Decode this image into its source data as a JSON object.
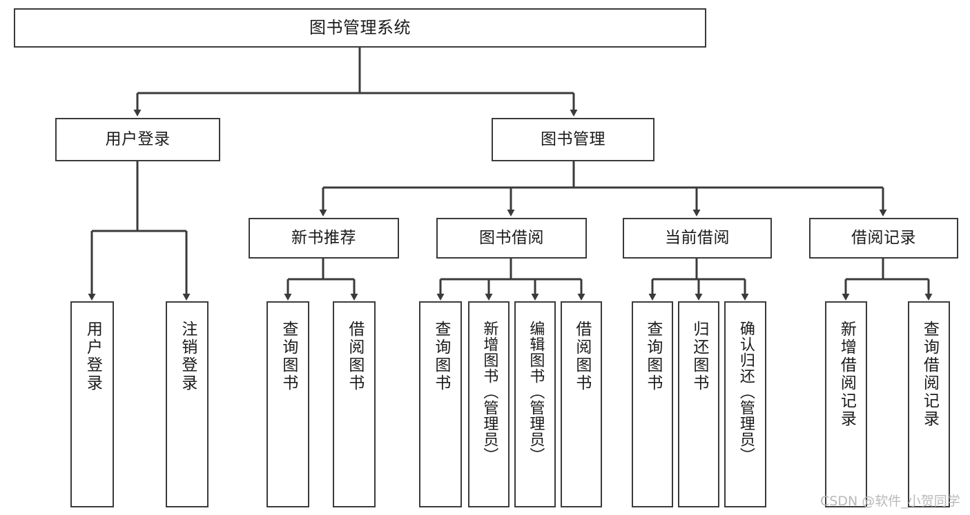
{
  "diagram": {
    "type": "tree",
    "title": "图书管理系统",
    "orientation": "top-down",
    "colors": {
      "box_border": "#3a3a3a",
      "box_fill": "#ffffff",
      "edge": "#3a3a3a",
      "text": "#1a1a1a",
      "watermark": "#b9b9b9",
      "background": "#ffffff"
    },
    "root": {
      "id": "root",
      "label": "图书管理系统"
    },
    "level1": [
      {
        "id": "user-login",
        "label": "用户登录"
      },
      {
        "id": "book-manage",
        "label": "图书管理"
      }
    ],
    "level2": [
      {
        "id": "new-book-recommend",
        "label": "新书推荐",
        "parent": "book-manage"
      },
      {
        "id": "book-borrow",
        "label": "图书借阅",
        "parent": "book-manage"
      },
      {
        "id": "current-borrow",
        "label": "当前借阅",
        "parent": "book-manage"
      },
      {
        "id": "borrow-record",
        "label": "借阅记录",
        "parent": "book-manage"
      }
    ],
    "leaves": [
      {
        "id": "leaf-user-login",
        "label": "用户登录",
        "parent": "user-login"
      },
      {
        "id": "leaf-user-logout",
        "label": "注销登录",
        "parent": "user-login"
      },
      {
        "id": "leaf-query-book-1",
        "label": "查询图书",
        "parent": "new-book-recommend"
      },
      {
        "id": "leaf-borrow-book-1",
        "label": "借阅图书",
        "parent": "new-book-recommend"
      },
      {
        "id": "leaf-query-book-2",
        "label": "查询图书",
        "parent": "book-borrow"
      },
      {
        "id": "leaf-add-book",
        "label": "新增图书（管理员）",
        "parent": "book-borrow"
      },
      {
        "id": "leaf-edit-book",
        "label": "编辑图书（管理员）",
        "parent": "book-borrow"
      },
      {
        "id": "leaf-borrow-book-2",
        "label": "借阅图书",
        "parent": "book-borrow"
      },
      {
        "id": "leaf-query-book-3",
        "label": "查询图书",
        "parent": "current-borrow"
      },
      {
        "id": "leaf-return-book",
        "label": "归还图书",
        "parent": "current-borrow"
      },
      {
        "id": "leaf-confirm-return",
        "label": "确认归还（管理员）",
        "parent": "current-borrow"
      },
      {
        "id": "leaf-add-record",
        "label": "新增借阅记录",
        "parent": "borrow-record"
      },
      {
        "id": "leaf-query-record",
        "label": "查询借阅记录",
        "parent": "borrow-record"
      }
    ]
  },
  "watermark": {
    "text": "CSDN @软件_小贺同学"
  }
}
